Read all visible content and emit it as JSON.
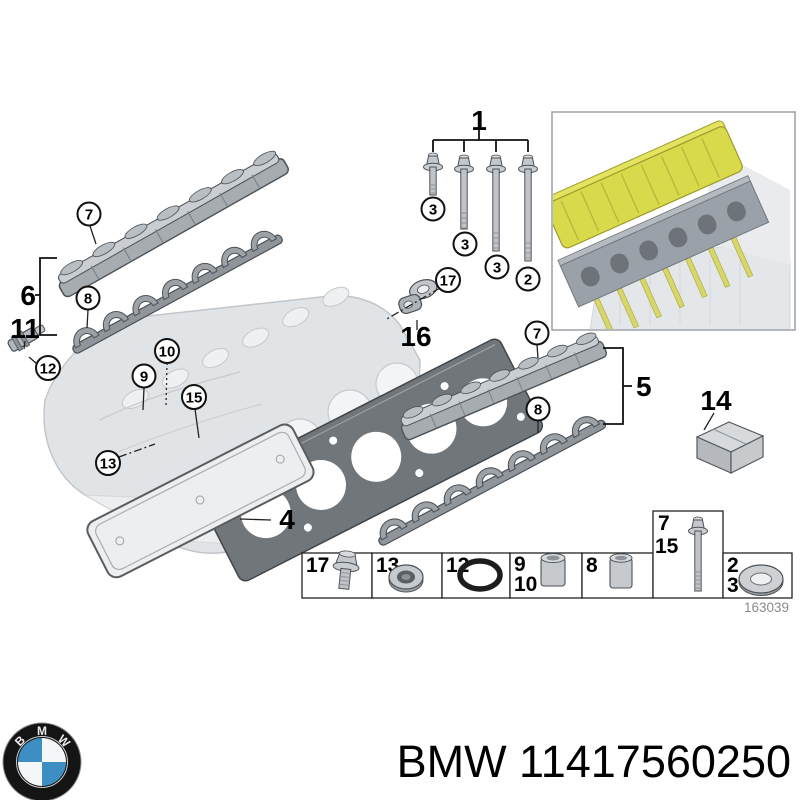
{
  "diagram": {
    "drawing_number": "163039",
    "highlight_color": "#d9d94c",
    "callouts": [
      {
        "id": "group-head-bolts",
        "label": "1"
      },
      {
        "id": "bolt-short",
        "label": "3"
      },
      {
        "id": "bolt-medium",
        "label": "3"
      },
      {
        "id": "bolt-long",
        "label": "3"
      },
      {
        "id": "bolt-longest",
        "label": "2"
      },
      {
        "id": "ledge-left",
        "label": "7"
      },
      {
        "id": "lash-strip-left",
        "label": "8"
      },
      {
        "id": "group-ledge-left",
        "label": "6"
      },
      {
        "id": "valve-part",
        "label": "11"
      },
      {
        "id": "o-ring-part",
        "label": "12"
      },
      {
        "id": "head-dowel",
        "label": "10"
      },
      {
        "id": "head-detail",
        "label": "9"
      },
      {
        "id": "head-stud",
        "label": "15"
      },
      {
        "id": "plug-part",
        "label": "13"
      },
      {
        "id": "head-gasket",
        "label": "4"
      },
      {
        "id": "bracket-bolt",
        "label": "17"
      },
      {
        "id": "bracket-part",
        "label": "16"
      },
      {
        "id": "ledge-right",
        "label": "7"
      },
      {
        "id": "lash-strip-right",
        "label": "8"
      },
      {
        "id": "group-ledge-right",
        "label": "5"
      },
      {
        "id": "gasket-set-box",
        "label": "14"
      }
    ],
    "legend": {
      "cells": [
        {
          "n1": "17",
          "icon": "flange-bolt"
        },
        {
          "n1": "13",
          "icon": "screw-plug"
        },
        {
          "n1": "12",
          "icon": "o-ring"
        },
        {
          "n1": "9",
          "n2": "10",
          "icon": "dowel-sleeve"
        },
        {
          "n1": "8",
          "icon": "dowel-sleeve"
        },
        {
          "n1": "7",
          "n2": "15",
          "icon": "long-bolt"
        },
        {
          "n1": "2",
          "n2": "3",
          "icon": "washer"
        }
      ]
    }
  },
  "footer": {
    "part_label": "BMW 11417560250",
    "logo": {
      "b": "B",
      "m": "M",
      "w": "W",
      "blue": "#3d8ec2"
    }
  }
}
